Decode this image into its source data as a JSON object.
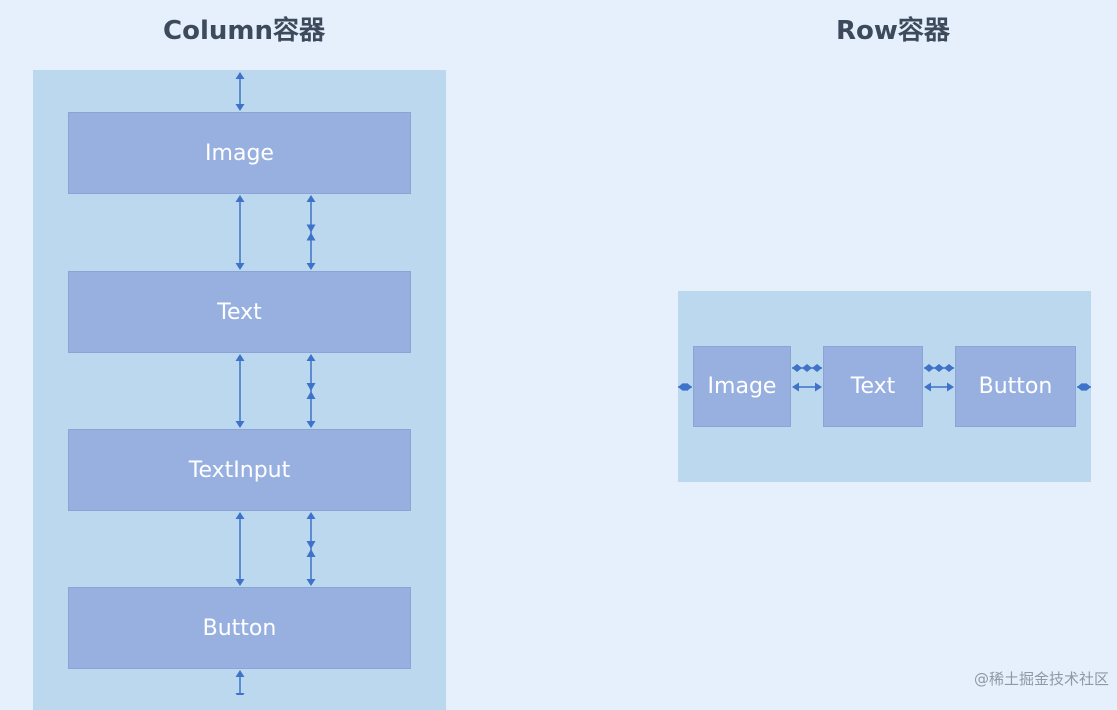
{
  "column": {
    "title": "Column容器",
    "items": [
      "Image",
      "Text",
      "TextInput",
      "Button"
    ]
  },
  "row": {
    "title": "Row容器",
    "items": [
      "Image",
      "Text",
      "Button"
    ]
  },
  "watermark": "@稀土掘金技术社区",
  "colors": {
    "background": "#e5f0fc",
    "container": "#bcd8ee",
    "box": "#98b0e0",
    "arrow": "#3f72c9",
    "title": "#3d4a5c"
  }
}
